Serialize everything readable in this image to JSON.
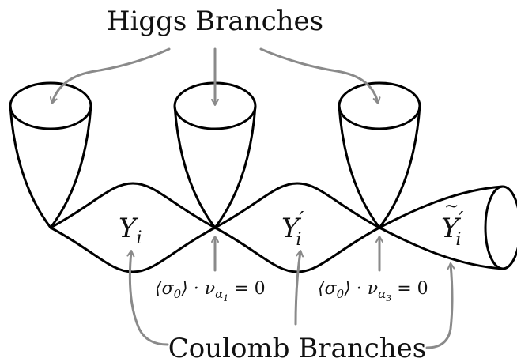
{
  "diagram": {
    "top_label": "Higgs Branches",
    "bottom_label": "Coulomb Branches",
    "region_labels": {
      "y1": {
        "base": "Y",
        "sub": "i"
      },
      "y2": {
        "base": "Y",
        "sub": "i",
        "sup": "′"
      },
      "y3": {
        "base": "Y",
        "sub": "i",
        "sup": "′",
        "accent": "~"
      }
    },
    "conditions": {
      "cond1": {
        "left": "⟨σ",
        "left_sub": "0",
        "mid": "⟩ · ν",
        "nu_sub": "α",
        "nu_subsub": "1",
        "right": " = 0"
      },
      "cond2": {
        "left": "⟨σ",
        "left_sub": "0",
        "mid": "⟩ · ν",
        "nu_sub": "α",
        "nu_subsub": "3",
        "right": " = 0"
      }
    },
    "colors": {
      "stroke": "#000000",
      "arrow": "#8a8a8a",
      "text": "#111111"
    }
  }
}
